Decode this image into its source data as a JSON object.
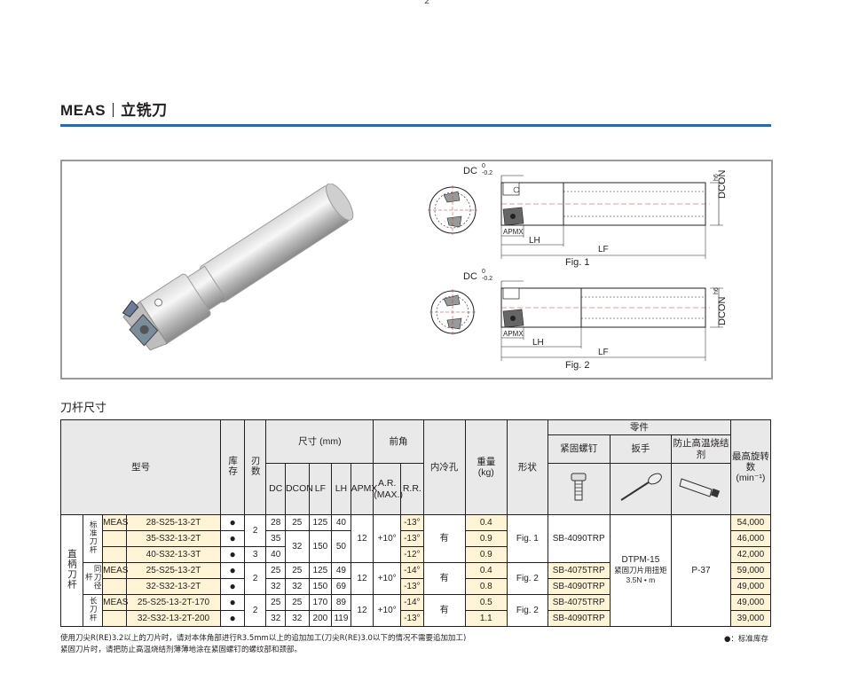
{
  "page_number": "2",
  "header": {
    "product": "MEAS",
    "category": "立铣刀"
  },
  "figures": {
    "fig1": {
      "label": "Fig. 1",
      "dims": {
        "dc": "DC",
        "dc_tol_top": "0",
        "dc_tol_bottom": "-0.2",
        "dcon": "DCON",
        "dcon_tol": "h6",
        "apmx": "APMX",
        "lh": "LH",
        "lf": "LF"
      }
    },
    "fig2": {
      "label": "Fig. 2",
      "dims": {
        "dc": "DC",
        "dc_tol_top": "0",
        "dc_tol_bottom": "-0.2",
        "dcon": "DCON",
        "dcon_tol": "h6",
        "apmx": "APMX",
        "lh": "LH",
        "lf": "LF"
      }
    }
  },
  "section_title": "刀杆尺寸",
  "table": {
    "headers": {
      "model": "型号",
      "stock": "库存",
      "flutes": "刃数",
      "dims_group": "尺寸 (mm)",
      "dc": "DC",
      "dcon": "DCON",
      "lf": "LF",
      "lh": "LH",
      "apmx": "APMX",
      "angle_group": "前角",
      "ar": "A.R.",
      "ar_sub": "(MAX.)",
      "rr": "R.R.",
      "coolant": "内冷孔",
      "weight": "重量",
      "weight_unit": "(kg)",
      "shape": "形状",
      "parts_group": "零件",
      "screw": "紧固螺钉",
      "wrench": "扳手",
      "compound": "防止高温烧结剂",
      "max_speed": "最高旋转数",
      "max_speed_unit": "(min⁻¹)"
    },
    "main_group": "直柄刀杆",
    "groups": [
      {
        "name": "标准刀杆",
        "prefix": "MEAS",
        "rows": [
          {
            "model": "28-S25-13-2T",
            "stock": "●",
            "flutes": "2",
            "dc": "28",
            "dcon": "25",
            "lf": "125",
            "lh": "40",
            "rr": "-13°",
            "weight": "0.4",
            "max_speed": "54,000"
          },
          {
            "model": "35-S32-13-2T",
            "stock": "●",
            "flutes": "",
            "dc": "35",
            "dcon": "32",
            "lf": "150",
            "lh": "50",
            "rr": "-13°",
            "weight": "0.9",
            "max_speed": "46,000"
          },
          {
            "model": "40-S32-13-3T",
            "stock": "●",
            "flutes": "3",
            "dc": "40",
            "dcon": "",
            "lf": "",
            "lh": "",
            "rr": "-12°",
            "weight": "0.9",
            "max_speed": "42,000"
          }
        ],
        "apmx": "12",
        "ar": "+10°",
        "coolant": "有",
        "shape": "Fig. 1",
        "screw": "SB-4090TRP"
      },
      {
        "name": "同刀径杆",
        "prefix": "MEAS",
        "rows": [
          {
            "model": "25-S25-13-2T",
            "stock": "●",
            "dc": "25",
            "dcon": "25",
            "lf": "125",
            "lh": "49",
            "rr": "-14°",
            "weight": "0.4",
            "screw": "SB-4075TRP",
            "max_speed": "59,000"
          },
          {
            "model": "32-S32-13-2T",
            "stock": "●",
            "dc": "32",
            "dcon": "32",
            "lf": "150",
            "lh": "69",
            "rr": "-13°",
            "weight": "0.8",
            "screw": "SB-4090TRP",
            "max_speed": "49,000"
          }
        ],
        "flutes": "2",
        "apmx": "12",
        "ar": "+10°",
        "coolant": "有",
        "shape": "Fig. 2"
      },
      {
        "name": "长刀杆",
        "prefix": "MEAS",
        "rows": [
          {
            "model": "25-S25-13-2T-170",
            "stock": "●",
            "dc": "25",
            "dcon": "25",
            "lf": "170",
            "lh": "89",
            "rr": "-14°",
            "weight": "0.5",
            "screw": "SB-4075TRP",
            "max_speed": "49,000"
          },
          {
            "model": "32-S32-13-2T-200",
            "stock": "●",
            "dc": "32",
            "dcon": "32",
            "lf": "200",
            "lh": "119",
            "rr": "-13°",
            "weight": "1.1",
            "screw": "SB-4090TRP",
            "max_speed": "39,000"
          }
        ],
        "flutes": "2",
        "apmx": "12",
        "ar": "+10°",
        "coolant": "有",
        "shape": "Fig. 2"
      }
    ],
    "wrench": {
      "name": "DTPM-15",
      "note1": "紧固刀片用扭矩",
      "note2": "3.5N • m"
    },
    "compound": "P-37"
  },
  "notes": [
    "使用刀尖R(RE)3.2以上的刀片时，请对本体角部进行R3.5mm以上的追加加工(刀尖R(RE)3.0以下的情况不需要追加加工)",
    "紧固刀片时，请把防止高温烧结剂薄薄地涂在紧固螺钉的螺纹部和颈部。"
  ],
  "legend": "●：标准库存",
  "colors": {
    "accent_rule": "#1f6db5",
    "highlight": "#fff5d6",
    "header_bg": "#e9e9ea"
  }
}
